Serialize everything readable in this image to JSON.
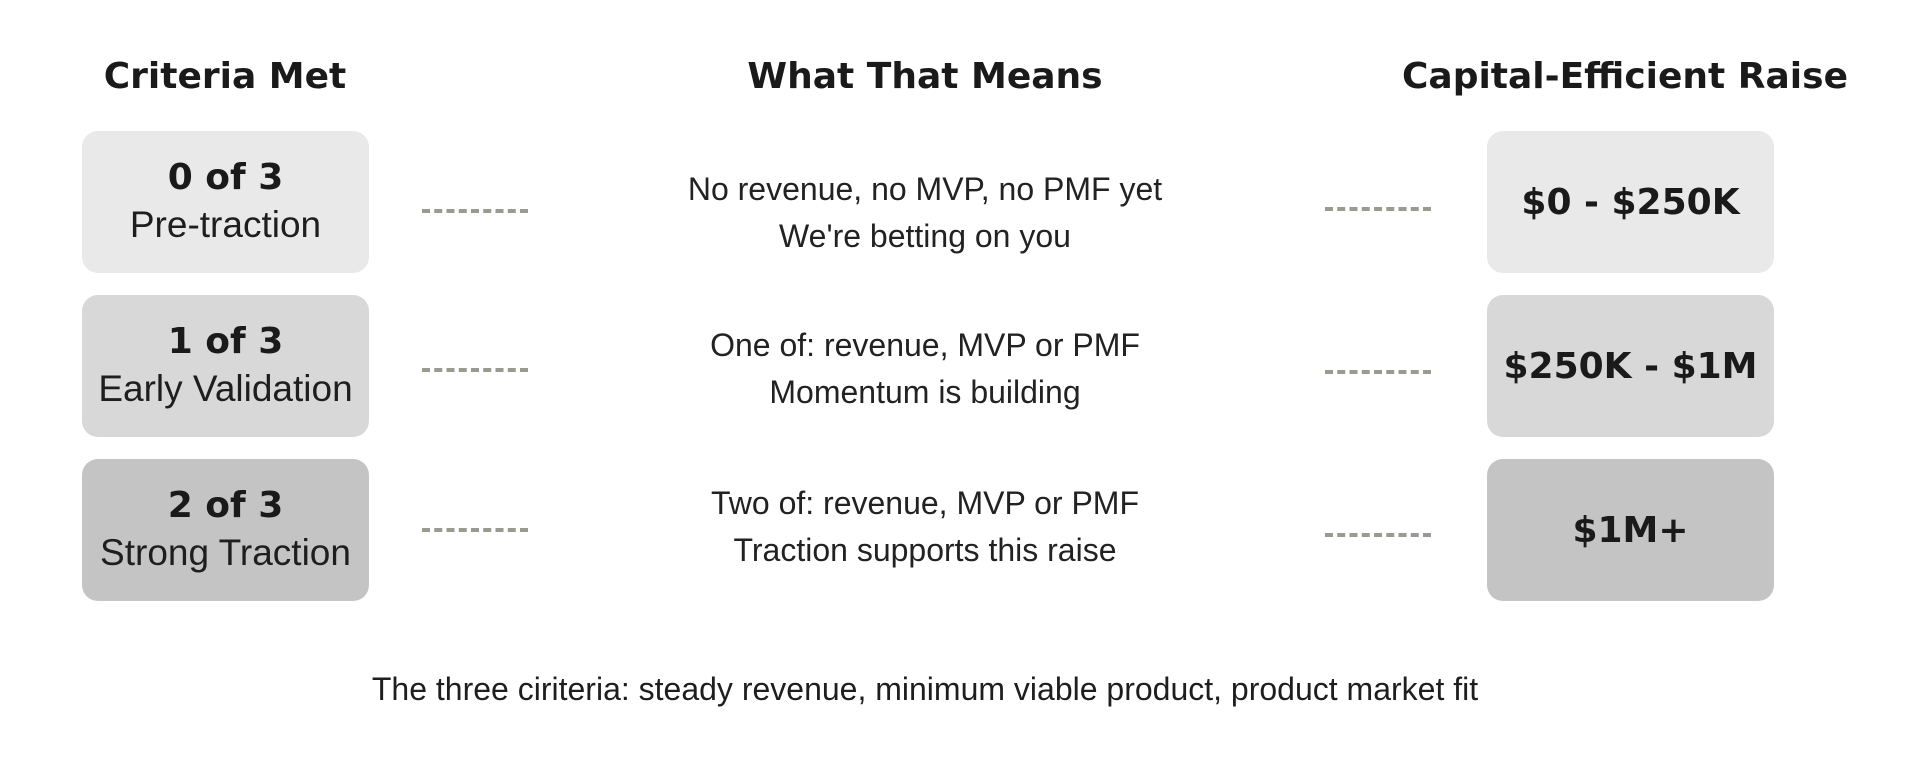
{
  "headers": {
    "criteria": "Criteria Met",
    "means": "What That Means",
    "raise": "Capital-Efficient Raise"
  },
  "rows": [
    {
      "count": "0 of 3",
      "stage": "Pre-traction",
      "meaning_line1": "No revenue, no MVP, no PMF yet",
      "meaning_line2": "We're betting on you",
      "raise": "$0 - $250K",
      "box_color": "#e9e9e9"
    },
    {
      "count": "1 of 3",
      "stage": "Early Validation",
      "meaning_line1": "One of: revenue, MVP or PMF",
      "meaning_line2": "Momentum is building",
      "raise": "$250K - $1M",
      "box_color": "#d8d8d8"
    },
    {
      "count": "2 of 3",
      "stage": "Strong Traction",
      "meaning_line1": "Two of: revenue, MVP or PMF",
      "meaning_line2": "Traction supports this raise",
      "raise": "$1M+",
      "box_color": "#c4c4c4"
    }
  ],
  "footnote": "The three ciriteria: steady revenue, minimum viable product, product market fit",
  "colors": {
    "connector": "#9a9a90",
    "text": "#1a1a1a"
  }
}
